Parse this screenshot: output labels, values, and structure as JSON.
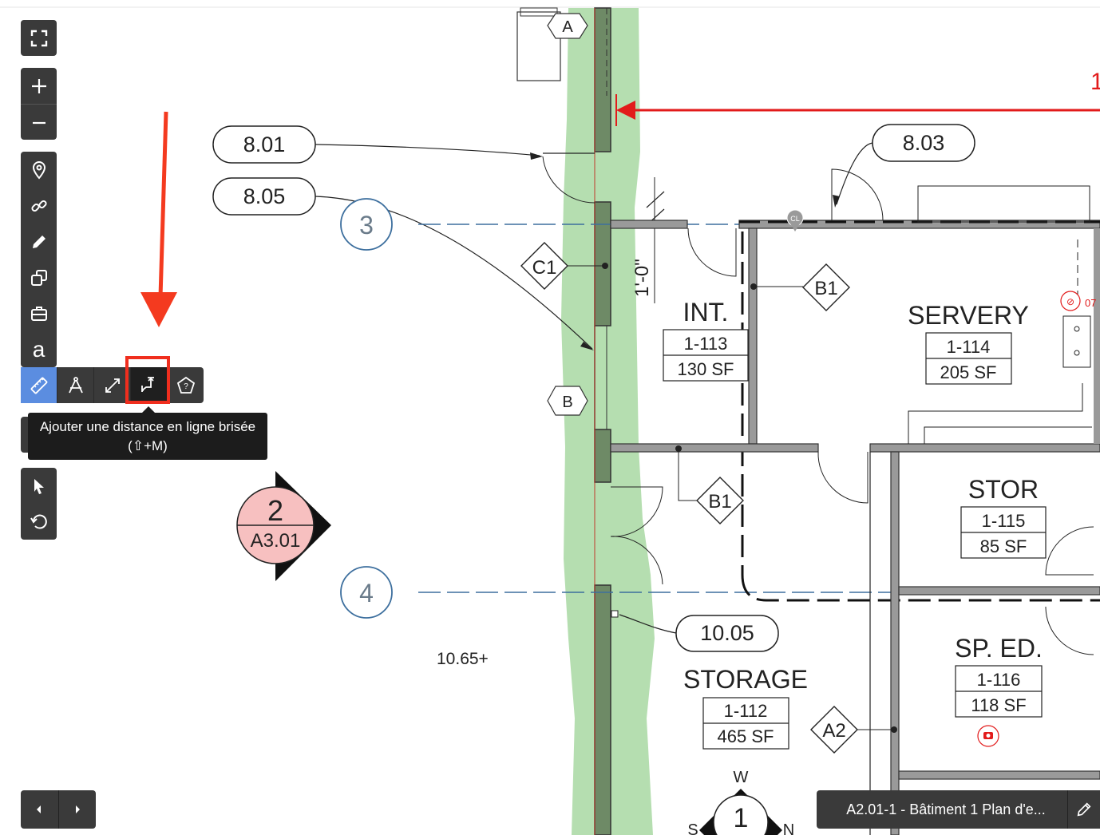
{
  "toolbar": {
    "fullscreen_icon": "fullscreen-icon",
    "zoom_in_icon": "plus-icon",
    "zoom_out_icon": "minus-icon",
    "tools": [
      "pin-icon",
      "link-icon",
      "pencil-icon",
      "copy-shapes-icon",
      "toolbox-icon",
      "text-icon"
    ],
    "text_tool_label": "a",
    "select_icon": "cursor-icon",
    "undo_icon": "rotate-icon"
  },
  "measure_tools": [
    "ruler-icon",
    "compass-icon",
    "diagonal-arrows-icon",
    "polyline-distance-icon",
    "polygon-help-icon"
  ],
  "tooltip": {
    "text": "Ajouter une distance en ligne brisée (⇧+M)"
  },
  "colors": {
    "accent": "#5b8de0",
    "highlight": "#f02e1e",
    "toolbar": "#3a3a3a",
    "markup_green": "#a8d8a2",
    "grid_blue": "#3d6f9e"
  },
  "pager": {
    "prev_icon": "chevron-left-icon",
    "next_icon": "chevron-right-icon"
  },
  "sheet": {
    "label": "A2.01-1 - Bâtiment 1 Plan d'e...",
    "edit_icon": "pencil-icon"
  },
  "drawing": {
    "tags": [
      "8.01",
      "8.05",
      "8.03",
      "10.05"
    ],
    "grid": [
      "3",
      "4"
    ],
    "section": {
      "number": "2",
      "sheet": "A3.01"
    },
    "rooms": [
      {
        "name": "INT.",
        "number": "1-113",
        "area": "130 SF"
      },
      {
        "name": "SERVERY",
        "number": "1-114",
        "area": "205 SF"
      },
      {
        "name": "STOR",
        "number": "1-115",
        "area": "85 SF"
      },
      {
        "name": "SP. ED.",
        "number": "1-116",
        "area": "118 SF"
      },
      {
        "name": "STORAGE",
        "number": "1-112",
        "area": "465 SF"
      }
    ],
    "door_tags": [
      "C1",
      "B1",
      "B1",
      "A2"
    ],
    "hex_tags": [
      "A",
      "B"
    ],
    "dimension": "1'-0\"",
    "elevation": "10.65+",
    "compass": {
      "w": "W",
      "s": "S",
      "n": "N",
      "num": "1"
    },
    "marker_cl": "CL",
    "red_number": "1",
    "attachment": "07"
  }
}
